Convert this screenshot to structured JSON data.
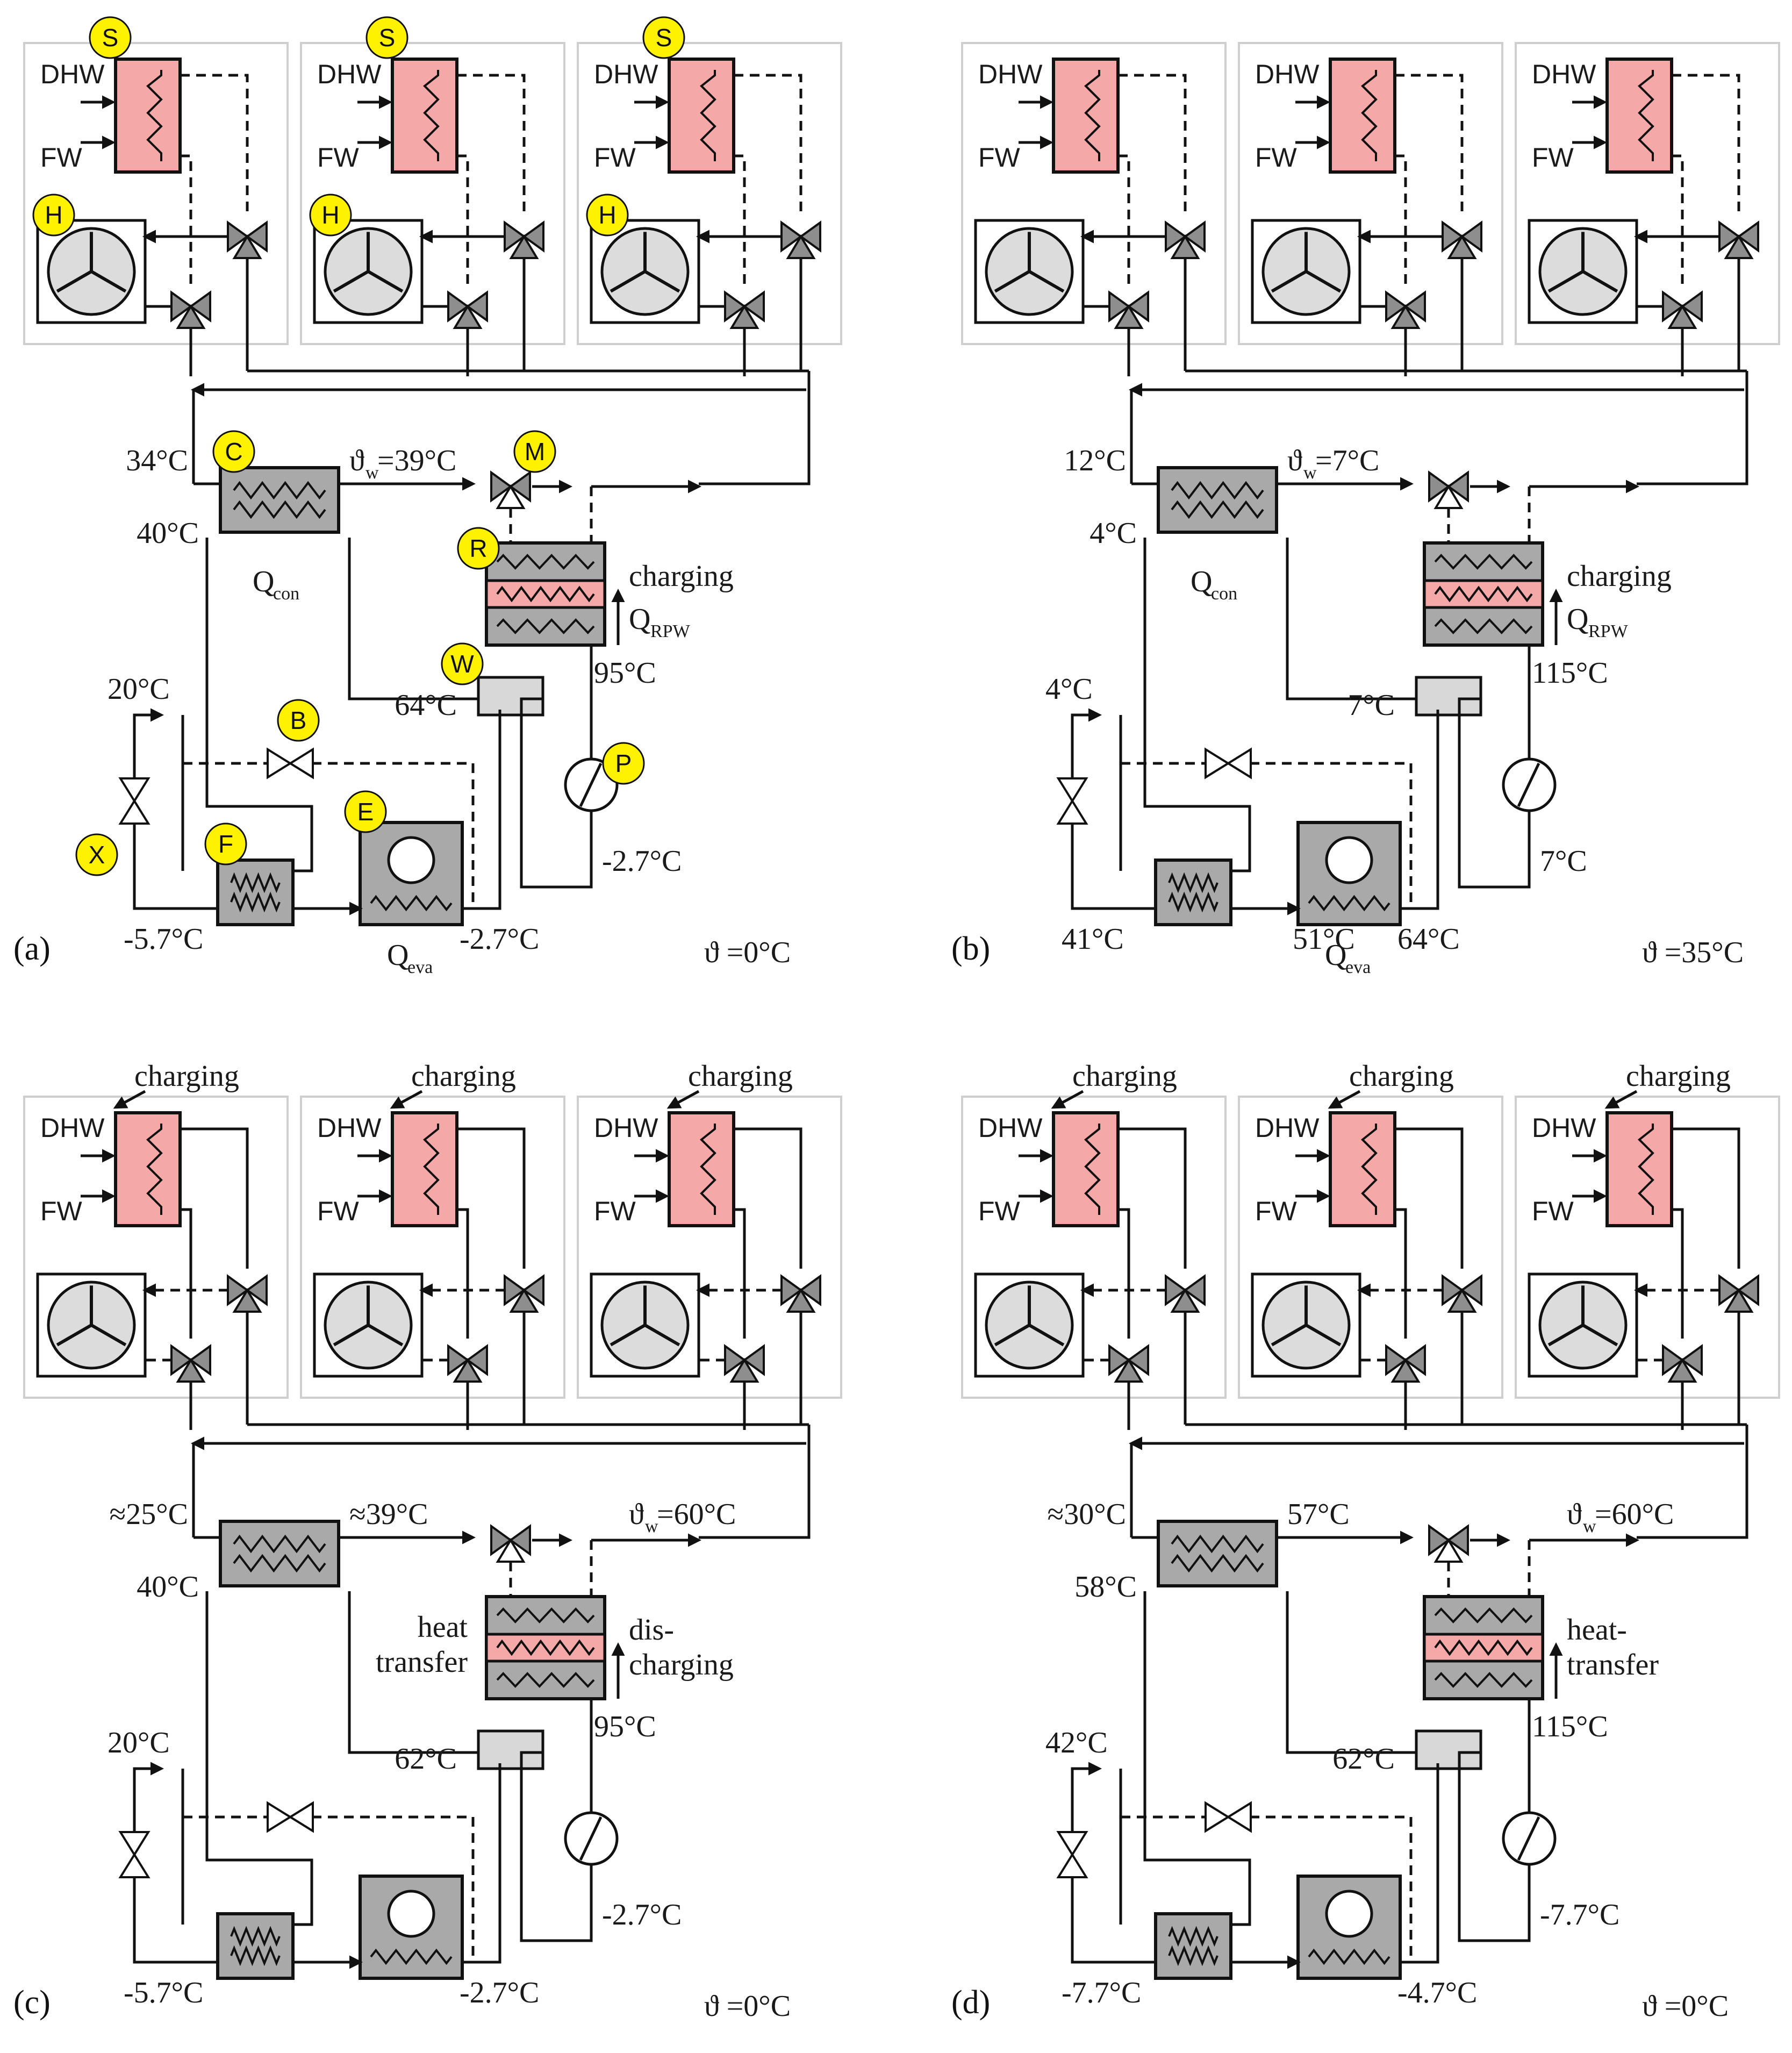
{
  "panels": [
    {
      "id": "a",
      "label": "(a)",
      "ambient": "ϑ =0°C",
      "top_labels": [
        "",
        "",
        ""
      ],
      "dhw": "DHW",
      "fw": "FW",
      "t_hx_in": "34°C",
      "t_hx_out": "40°C",
      "t_water": "ϑw=39°C",
      "t_water_main": "ϑ",
      "t_water_sub": "w",
      "t_water_val": "=39°C",
      "q_con": "Q",
      "q_con_sub": "con",
      "t_right_end": "",
      "store_label_1": "charging",
      "store_label_2": "",
      "q_rpw": "Q",
      "q_rpw_sub": "RPW",
      "t_store_out": "95°C",
      "t_ws": "64°C",
      "t_left_top": "20°C",
      "t_left_bot": "-5.7°C",
      "t_evap_out": "-2.7°C",
      "t_pump": "-2.7°C",
      "t_mid_bot": "",
      "q_eva": "Q",
      "q_eva_sub": "eva",
      "heat_transfer_note": [
        "",
        ""
      ],
      "badges": {
        "S": "S",
        "H": "H",
        "C": "C",
        "M": "M",
        "R": "R",
        "W": "W",
        "B": "B",
        "P": "P",
        "E": "E",
        "F": "F",
        "X": "X"
      }
    },
    {
      "id": "b",
      "label": "(b)",
      "ambient": "ϑ =35°C",
      "top_labels": [
        "",
        "",
        ""
      ],
      "dhw": "DHW",
      "fw": "FW",
      "t_hx_in": "12°C",
      "t_hx_out": "4°C",
      "t_water_main": "ϑ",
      "t_water_sub": "w",
      "t_water_val": "=7°C",
      "q_con": "Q",
      "q_con_sub": "con",
      "store_label_1": "charging",
      "store_label_2": "",
      "q_rpw": "Q",
      "q_rpw_sub": "RPW",
      "t_store_out": "115°C",
      "t_ws": "7°C",
      "t_left_top": "4°C",
      "t_left_bot": "41°C",
      "t_mid_bot": "51°C",
      "t_evap_out": "64°C",
      "t_pump": "7°C",
      "q_eva": "Q",
      "q_eva_sub": "eva",
      "heat_transfer_note": [
        "",
        ""
      ],
      "badges": {}
    },
    {
      "id": "c",
      "label": "(c)",
      "ambient": "ϑ =0°C",
      "top_labels": [
        "charging",
        "charging",
        "charging"
      ],
      "dhw": "DHW",
      "fw": "FW",
      "t_hx_in": "≈25°C",
      "t_hx_out": "40°C",
      "t_mid_top": "≈39°C",
      "t_water_main": "ϑ",
      "t_water_sub": "w",
      "t_water_val": "=60°C",
      "store_label_1": "dis-",
      "store_label_2": "charging",
      "t_store_out": "95°C",
      "t_ws": "62°C",
      "t_left_top": "20°C",
      "t_left_bot": "-5.7°C",
      "t_evap_out": "-2.7°C",
      "t_pump": "-2.7°C",
      "heat_transfer_note": [
        "heat",
        "transfer"
      ],
      "badges": {}
    },
    {
      "id": "d",
      "label": "(d)",
      "ambient": "ϑ =0°C",
      "top_labels": [
        "charging",
        "charging",
        "charging"
      ],
      "dhw": "DHW",
      "fw": "FW",
      "t_hx_in": "≈30°C",
      "t_hx_out": "58°C",
      "t_mid_top": "57°C",
      "t_water_main": "ϑ",
      "t_water_sub": "w",
      "t_water_val": "=60°C",
      "store_label_1": "heat-",
      "store_label_2": "transfer",
      "t_store_out": "115°C",
      "t_ws": "62°C",
      "t_left_top": "42°C",
      "t_left_bot": "-7.7°C",
      "t_evap_out": "-4.7°C",
      "t_pump": "-7.7°C",
      "heat_transfer_note": [
        "",
        ""
      ],
      "badges": {}
    }
  ]
}
